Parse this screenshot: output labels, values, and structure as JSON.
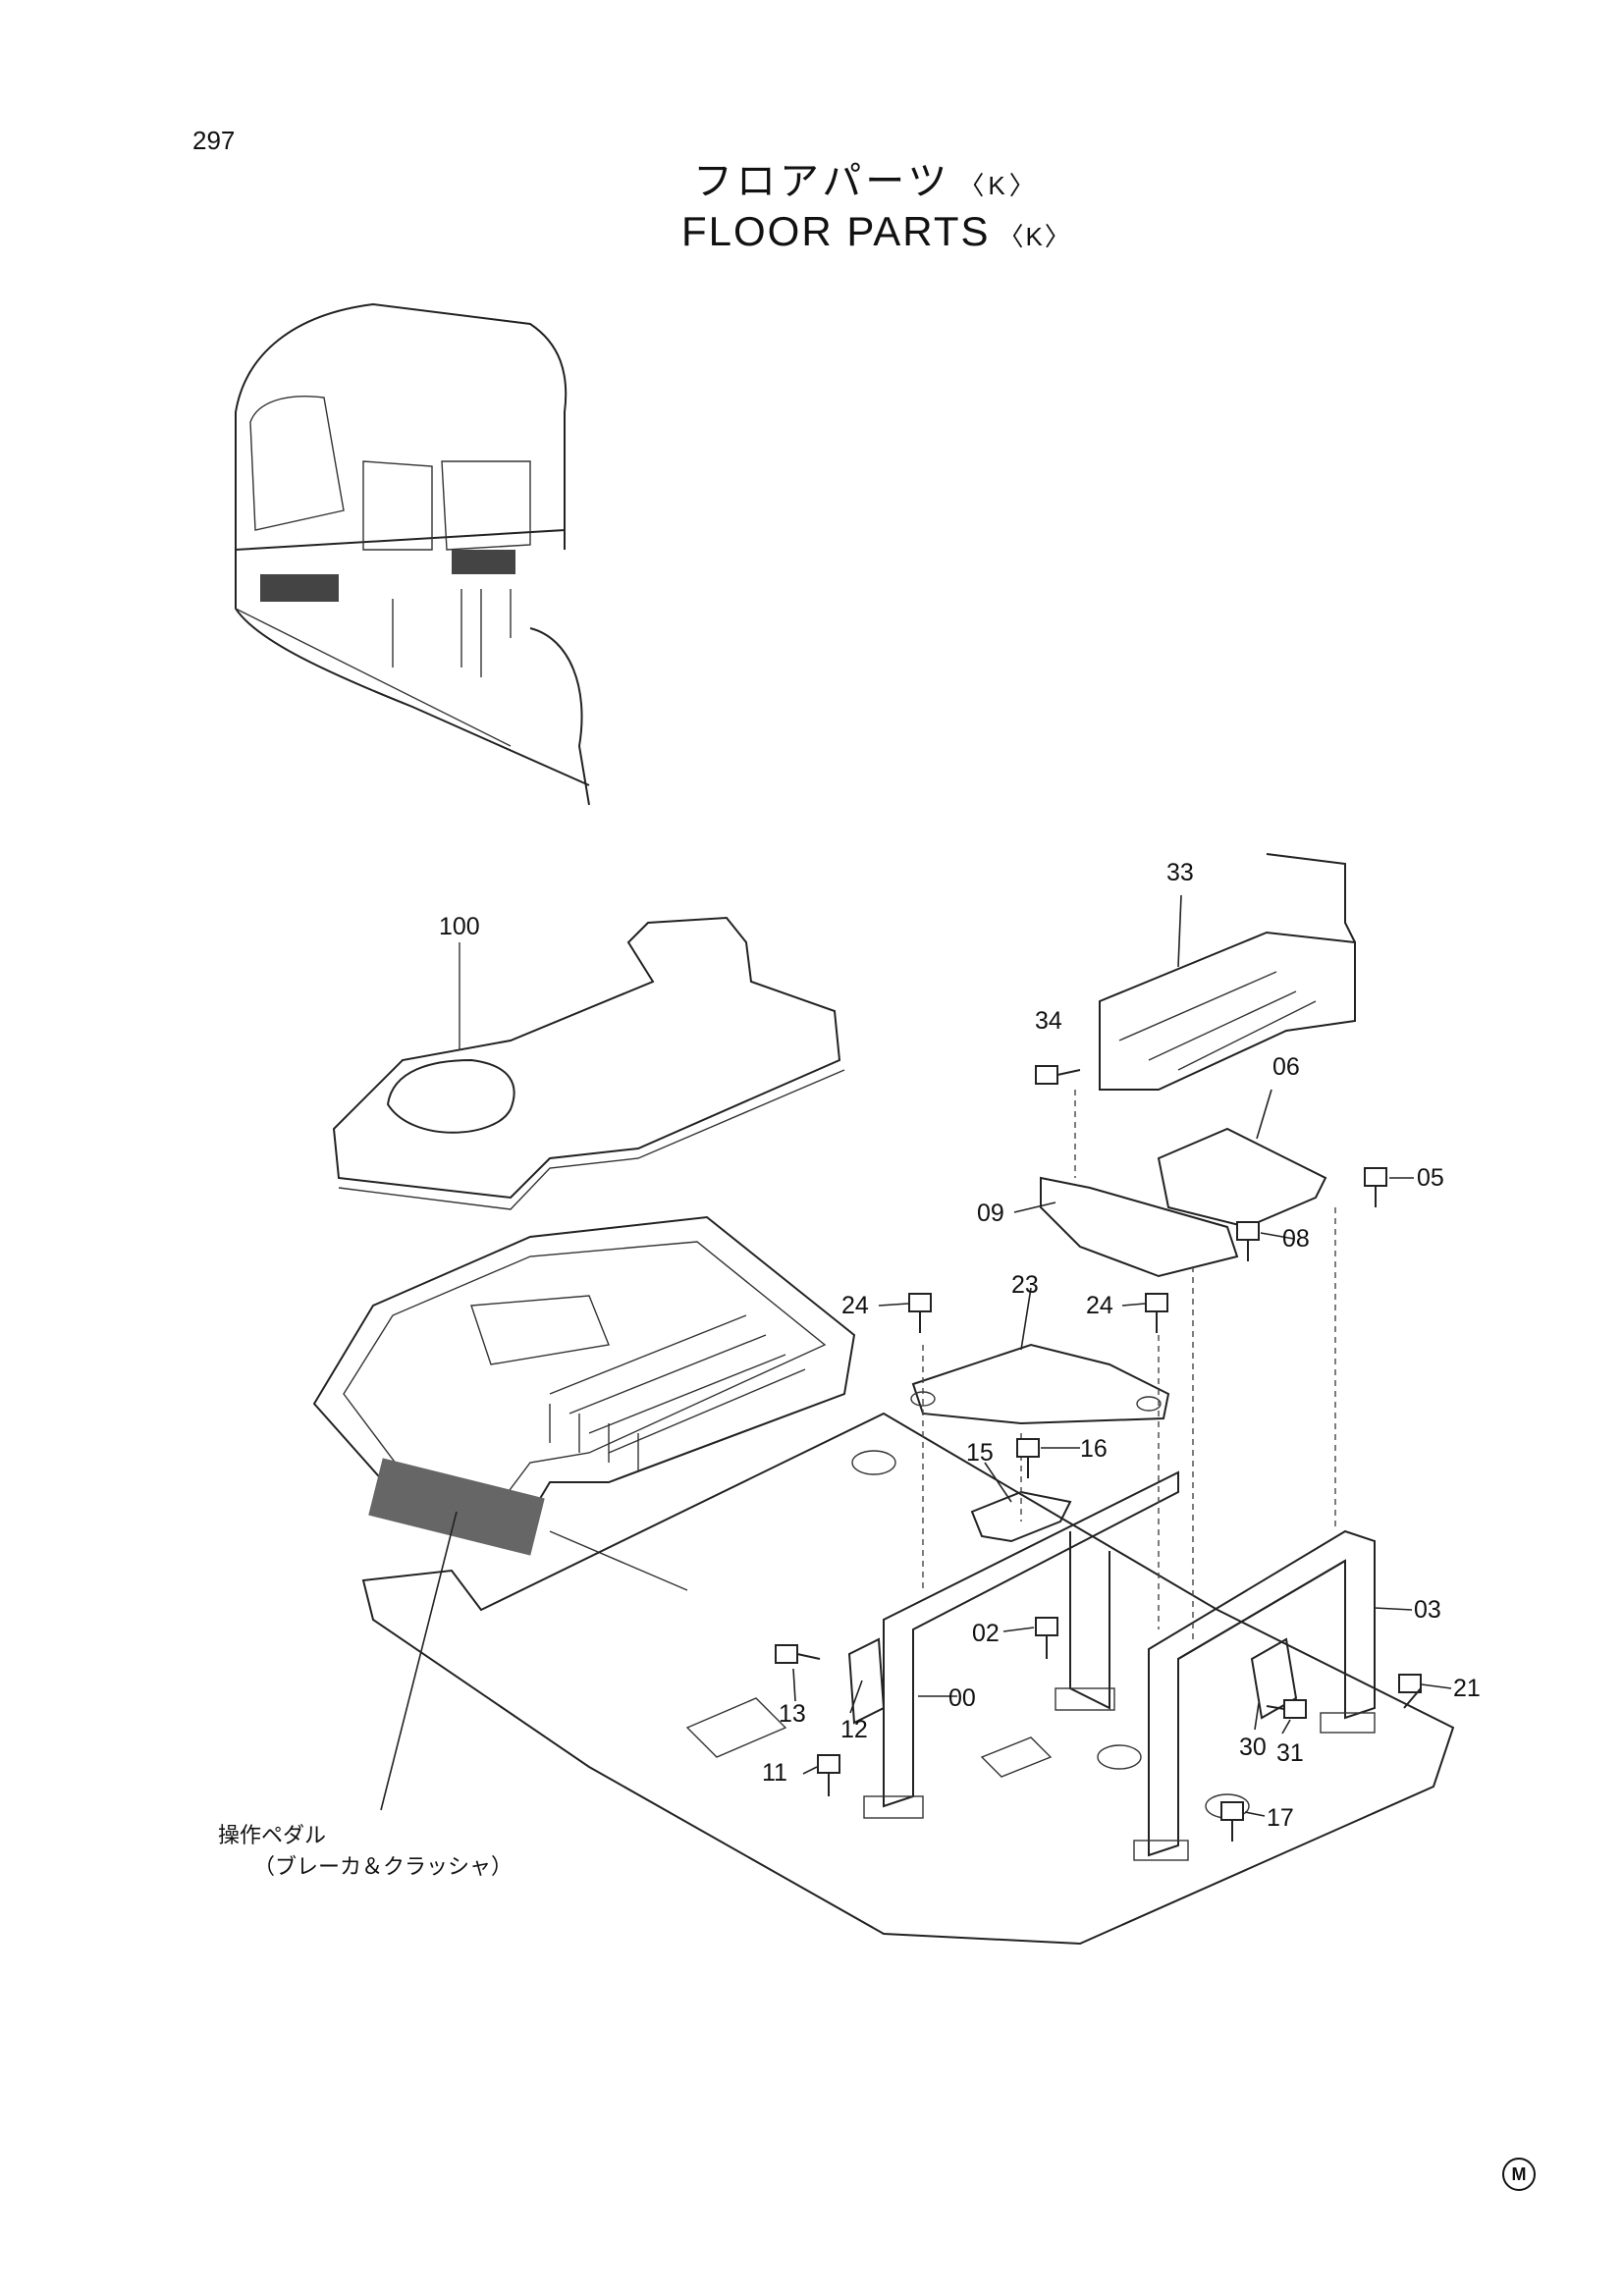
{
  "page_number": "297",
  "title": {
    "japanese": "フロアパーツ",
    "english": "FLOOR PARTS",
    "variant_tag": "〈K〉"
  },
  "callouts": [
    "100",
    "33",
    "34",
    "06",
    "05",
    "09",
    "08",
    "23",
    "24",
    "24",
    "15",
    "16",
    "03",
    "02",
    "00",
    "13",
    "12",
    "11",
    "21",
    "30",
    "31",
    "17"
  ],
  "note": {
    "line1": "操作ペダル",
    "line2": "（ブレーカ＆クラッシャ）"
  },
  "corner_mark": "M"
}
